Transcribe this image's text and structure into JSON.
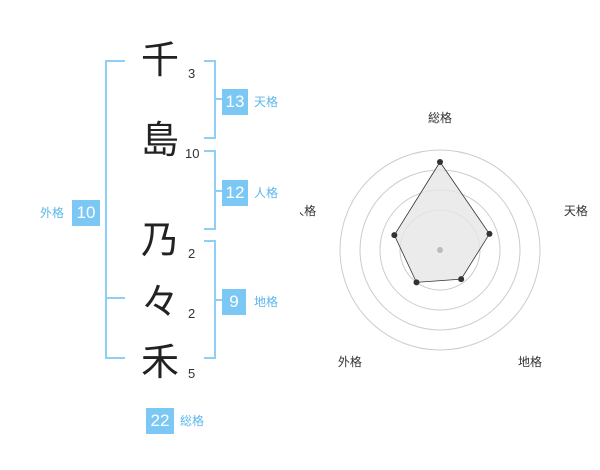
{
  "name": {
    "characters": [
      {
        "char": "千",
        "strokes": "3"
      },
      {
        "char": "島",
        "strokes": "10"
      },
      {
        "char": "乃",
        "strokes": "2"
      },
      {
        "char": "々",
        "strokes": "2"
      },
      {
        "char": "禾",
        "strokes": "5"
      }
    ]
  },
  "fortunes": {
    "tenkaku": {
      "value": "13",
      "label": "天格"
    },
    "jinkaku": {
      "value": "12",
      "label": "人格"
    },
    "chikaku": {
      "value": "9",
      "label": "地格"
    },
    "gaikaku": {
      "value": "10",
      "label": "外格"
    },
    "soukaku": {
      "value": "22",
      "label": "総格"
    }
  },
  "chart_data": {
    "type": "radar",
    "axes": [
      "総格",
      "天格",
      "地格",
      "外格",
      "人格"
    ],
    "values": [
      22,
      13,
      9,
      10,
      12
    ],
    "rings": 4,
    "colors": {
      "fill": "#e6e6e6",
      "stroke": "#333333",
      "grid": "#cccccc",
      "center": "#bbbbbb"
    }
  }
}
